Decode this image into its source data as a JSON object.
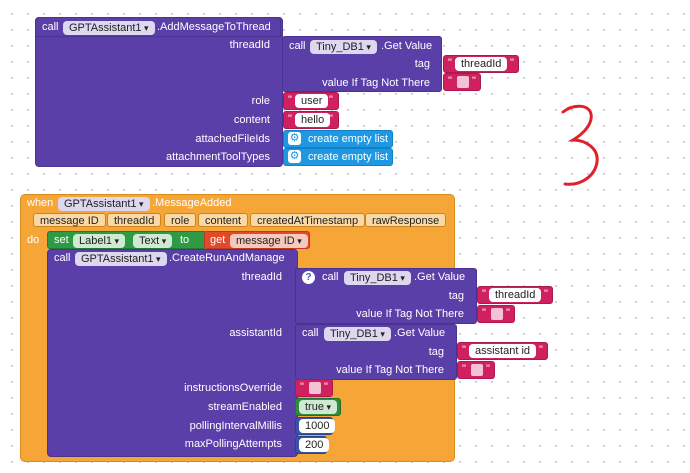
{
  "block1": {
    "call": "call",
    "component": "GPTAssistant1",
    "method": ".AddMessageToThread",
    "params": {
      "threadId": "threadId",
      "role": "role",
      "content": "content",
      "attachedFileIds": "attachedFileIds",
      "attachmentToolTypes": "attachmentToolTypes"
    },
    "getvalue": {
      "call": "call",
      "component": "Tiny_DB1",
      "method": ".Get Value",
      "tag_label": "tag",
      "tag_value": "threadId",
      "vitnt_label": "value If Tag Not There"
    },
    "role_value": "user",
    "content_value": "hello",
    "create_empty_list": "create empty list"
  },
  "annotation": "3",
  "event": {
    "when": "when",
    "component": "GPTAssistant1",
    "event_name": ".MessageAdded",
    "event_params": [
      "message ID",
      "threadId",
      "role",
      "content",
      "createdAtTimestamp",
      "rawResponse"
    ],
    "do": "do",
    "set": {
      "set": "set",
      "component": "Label1",
      "property": "Text",
      "to": "to",
      "get": "get",
      "get_var": "message ID"
    },
    "call2": {
      "call": "call",
      "component": "GPTAssistant1",
      "method": ".CreateRunAndManage",
      "params": {
        "threadId": "threadId",
        "assistantId": "assistantId",
        "instructionsOverride": "instructionsOverride",
        "streamEnabled": "streamEnabled",
        "pollingIntervalMillis": "pollingIntervalMillis",
        "maxPollingAttempts": "maxPollingAttempts"
      },
      "getvalue1": {
        "call": "call",
        "component": "Tiny_DB1",
        "method": ".Get Value",
        "tag_label": "tag",
        "tag_value": "threadId",
        "vitnt_label": "value If Tag Not There"
      },
      "getvalue2": {
        "call": "call",
        "component": "Tiny_DB1",
        "method": ".Get Value",
        "tag_label": "tag",
        "tag_value": "assistant id",
        "vitnt_label": "value If Tag Not There"
      },
      "stream_value": "true",
      "polling_value": "1000",
      "max_value": "200"
    }
  },
  "colors": {
    "procedure": "#5b3fa8",
    "event": "#f5a636",
    "text": "#d1205f",
    "list": "#1e98e3",
    "logic": "#2e9a45",
    "math": "#3655a8",
    "variable": "#e0492c",
    "annotation_ink": "#e0202a"
  }
}
